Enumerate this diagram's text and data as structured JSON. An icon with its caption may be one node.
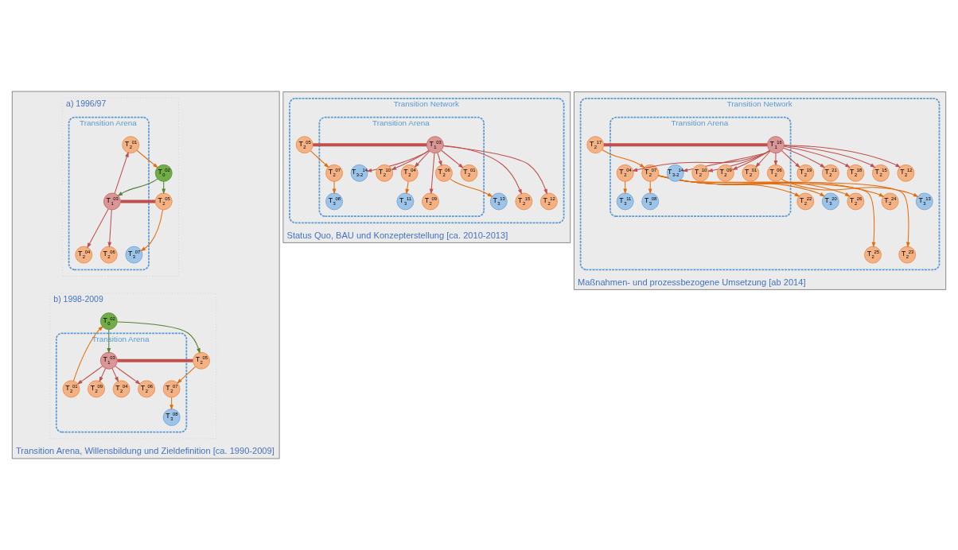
{
  "diagram": {
    "nodes": [
      {
        "text": [
          "Transition Arena, Willensbildung und Zieldefinition [ca. 1990-2009]"
        ]
      },
      {
        "text": [
          "a) 1996/97"
        ],
        "in": 0
      },
      {
        "text": [
          "Transition Arena"
        ],
        "in": 1
      },
      {
        "text": [
          "T$_{0}$$^{02}$"
        ],
        "in": 1
      },
      {
        "text": [
          "T$_{2}$$^{01}$"
        ],
        "in": 2
      },
      {
        "text": [
          "T$_{2}$$^{05}$"
        ],
        "in": 1
      },
      {
        "text": [
          "T$_{1}$$^{03}$"
        ],
        "in": 2
      },
      {
        "text": [
          "T$_{3}$$^{07}$"
        ],
        "in": 2
      },
      {
        "text": [
          "T$_{2}$$^{04}$"
        ],
        "in": 2
      },
      {
        "text": [
          "T$_{2}$$^{06}$"
        ],
        "in": 2
      },
      {
        "text": [
          "b) 1998-2009"
        ],
        "in": 0
      },
      {
        "text": [
          "Transition Arena"
        ],
        "in": 10
      },
      {
        "text": [
          "T$_{0}$$^{02}$"
        ],
        "in": 10
      },
      {
        "text": [
          "T$_{2}$$^{01}$"
        ],
        "in": 11
      },
      {
        "text": [
          "T$_{2}$$^{05}$"
        ],
        "in": 10
      },
      {
        "text": [
          "T$_{1}$$^{03}$"
        ],
        "in": 11
      },
      {
        "text": [
          "T$_{2}$$^{07}$"
        ],
        "in": 11
      },
      {
        "text": [
          "T$_{3}$$^{08}$"
        ],
        "in": 11
      },
      {
        "text": [
          "T$_{2}$$^{04}$"
        ],
        "in": 11
      },
      {
        "text": [
          "T$_{2}$$^{06}$"
        ],
        "in": 11
      },
      {
        "text": [
          "T$_{2}$$^{09}$"
        ],
        "in": 11
      },
      {
        "text": [
          "Status Quo, BAU und Konzepterstellung [ca. 2010-2013]"
        ]
      },
      {
        "text": [
          "Transition Network"
        ],
        "in": 21
      },
      {
        "text": [
          "Transition Arena"
        ],
        "in": 22
      },
      {
        "text": [
          "T$_{2}$$^{05}$"
        ],
        "in": 22
      },
      {
        "text": [
          "T$_{2}$$^{07}$"
        ],
        "in": 23
      },
      {
        "text": [
          "T$_{3}$$^{08}$"
        ],
        "in": 23
      },
      {
        "text": [
          "T$_{2}$$^{01}$"
        ],
        "in": 23
      },
      {
        "text": [
          "T$_{1}$$^{03}$"
        ],
        "in": 23
      },
      {
        "text": [
          "T$_{2}$$^{15}$"
        ],
        "in": 22
      },
      {
        "text": [
          "T$_{3-2}$$^{14}$"
        ],
        "in": 23
      },
      {
        "text": [
          "T$_{2}$$^{12}$"
        ],
        "in": 22
      },
      {
        "text": [
          "T$_{2}$$^{10}$"
        ],
        "in": 23
      },
      {
        "text": [
          "T$_{2}$$^{04}$"
        ],
        "in": 23
      },
      {
        "text": [
          "T$_{2}$$^{06}$"
        ],
        "in": 23
      },
      {
        "text": [
          "T$_{2}$$^{09}$"
        ],
        "in": 23
      },
      {
        "text": [
          "T$_{3}$$^{11}$"
        ],
        "in": 23
      },
      {
        "text": [
          "T$_{3}$$^{13}$"
        ],
        "in": 22
      },
      {
        "text": [
          "Maßnahmen- und prozessbezogene Umsetzung [ab 2014]"
        ]
      },
      {
        "text": [
          "Transition Network"
        ],
        "in": 38
      },
      {
        "text": [
          "Transition Arena"
        ],
        "in": 39
      },
      {
        "text": [
          "T$_{2}$$^{26}$"
        ],
        "in": 39
      },
      {
        "text": [
          "T$_{2}$$^{25}$"
        ],
        "in": 39
      },
      {
        "text": [
          "T$_{2}$$^{24}$"
        ],
        "in": 39
      },
      {
        "text": [
          "T$_{2}$$^{23}$"
        ],
        "in": 39
      },
      {
        "text": [
          "T$_{2}$$^{22}$"
        ],
        "in": 39
      },
      {
        "text": [
          "T$_{2}$$^{17}$"
        ],
        "in": 39
      },
      {
        "text": [
          "T$_{2}$$^{07}$"
        ],
        "in": 40
      },
      {
        "text": [
          "T$_{3}$$^{20}$"
        ],
        "in": 39
      },
      {
        "text": [
          "T$_{3}$$^{08}$"
        ],
        "in": 40
      },
      {
        "text": [
          "T$_{2}$$^{01}$"
        ],
        "in": 40
      },
      {
        "text": [
          "T$_{1}$$^{16}$"
        ],
        "in": 40
      },
      {
        "text": [
          "T$_{2}$$^{18}$"
        ],
        "in": 39
      },
      {
        "text": [
          "T$_{2}$$^{15}$"
        ],
        "in": 39
      },
      {
        "text": [
          "T$_{3-2}$$^{14}$"
        ],
        "in": 40
      },
      {
        "text": [
          "T$_{2}$$^{12}$"
        ],
        "in": 39
      },
      {
        "text": [
          "T$_{2}$$^{10}$"
        ],
        "in": 40
      },
      {
        "text": [
          "T$_{2}$$^{09}$"
        ],
        "in": 40
      },
      {
        "text": [
          "T$_{2}$$^{06}$"
        ],
        "in": 40
      },
      {
        "text": [
          "T$_{2}$$^{04}$"
        ],
        "in": 40
      },
      {
        "text": [
          "T$_{3}$$^{11}$"
        ],
        "in": 40
      },
      {
        "text": [
          "T$_{3}$$^{13}$"
        ],
        "in": 39
      },
      {
        "text": [
          "T$_{2}$$^{19}$"
        ],
        "in": 39
      },
      {
        "text": [
          "T$_{2}$$^{21}$"
        ],
        "in": 39
      }
    ],
    "edges": [
      {
        "from": 4,
        "to": 3,
        "arrow": "to",
        "color": "#e46c0a"
      },
      {
        "from": 3,
        "to": 5,
        "arrow": "to",
        "color": "#548235"
      },
      {
        "from": 3,
        "to": 6,
        "arrow": "to",
        "color": "#548235"
      },
      {
        "from": 6,
        "to": 4,
        "arrow": "to"
      },
      {
        "from": 5,
        "to": 6,
        "arrow": "none",
        "style": "thick"
      },
      {
        "from": 5,
        "to": 7,
        "arrow": "to",
        "color": "#e46c0a"
      },
      {
        "from": 6,
        "to": 8,
        "arrow": "to"
      },
      {
        "from": 6,
        "to": 9,
        "arrow": "to"
      },
      {
        "from": 13,
        "to": 12,
        "arrow": "to",
        "color": "#e46c0a"
      },
      {
        "from": 12,
        "to": 14,
        "arrow": "to",
        "color": "#548235"
      },
      {
        "from": 12,
        "to": 15,
        "arrow": "to",
        "color": "#548235"
      },
      {
        "from": 15,
        "to": 13,
        "arrow": "to"
      },
      {
        "from": 14,
        "to": 15,
        "arrow": "none",
        "style": "thick"
      },
      {
        "from": 14,
        "to": 16,
        "arrow": "to",
        "color": "#e46c0a"
      },
      {
        "from": 16,
        "to": 17,
        "arrow": "to",
        "color": "#e46c0a"
      },
      {
        "from": 15,
        "to": 18,
        "arrow": "to"
      },
      {
        "from": 15,
        "to": 19,
        "arrow": "to"
      },
      {
        "from": 15,
        "to": 20,
        "arrow": "to"
      },
      {
        "from": 28,
        "to": 27,
        "arrow": "to"
      },
      {
        "from": 28,
        "to": 29,
        "arrow": "to"
      },
      {
        "from": 28,
        "to": 30,
        "arrow": "to"
      },
      {
        "from": 28,
        "to": 31,
        "arrow": "to"
      },
      {
        "from": 28,
        "to": 32,
        "arrow": "to"
      },
      {
        "from": 28,
        "to": 35,
        "arrow": "to"
      },
      {
        "from": 28,
        "to": 34,
        "arrow": "to"
      },
      {
        "from": 28,
        "to": 33,
        "arrow": "to"
      },
      {
        "from": 24,
        "to": 28,
        "arrow": "none",
        "style": "thick"
      },
      {
        "from": 24,
        "to": 25,
        "arrow": "to",
        "color": "#e46c0a"
      },
      {
        "from": 25,
        "to": 26,
        "arrow": "to",
        "color": "#e46c0a"
      },
      {
        "from": 33,
        "to": 36,
        "arrow": "to",
        "color": "#e46c0a"
      },
      {
        "from": 34,
        "to": 37,
        "arrow": "to",
        "color": "#e46c0a"
      },
      {
        "from": 51,
        "to": 50,
        "arrow": "to"
      },
      {
        "from": 51,
        "to": 52,
        "arrow": "to"
      },
      {
        "from": 51,
        "to": 53,
        "arrow": "to"
      },
      {
        "from": 51,
        "to": 54,
        "arrow": "to"
      },
      {
        "from": 51,
        "to": 55,
        "arrow": "to"
      },
      {
        "from": 51,
        "to": 56,
        "arrow": "to"
      },
      {
        "from": 51,
        "to": 62,
        "arrow": "to"
      },
      {
        "from": 51,
        "to": 63,
        "arrow": "to"
      },
      {
        "from": 51,
        "to": 57,
        "arrow": "to"
      },
      {
        "from": 51,
        "to": 58,
        "arrow": "to"
      },
      {
        "from": 51,
        "to": 59,
        "arrow": "to"
      },
      {
        "from": 46,
        "to": 51,
        "arrow": "none",
        "style": "thick"
      },
      {
        "from": 46,
        "to": 47,
        "arrow": "to",
        "color": "#e46c0a"
      },
      {
        "from": 47,
        "to": 45,
        "arrow": "to",
        "color": "#e46c0a"
      },
      {
        "from": 47,
        "to": 44,
        "arrow": "to",
        "color": "#e46c0a"
      },
      {
        "from": 47,
        "to": 43,
        "arrow": "to",
        "color": "#e46c0a"
      },
      {
        "from": 47,
        "to": 42,
        "arrow": "to",
        "color": "#e46c0a"
      },
      {
        "from": 47,
        "to": 41,
        "arrow": "to",
        "color": "#e46c0a"
      },
      {
        "from": 47,
        "to": 48,
        "arrow": "to",
        "color": "#e46c0a"
      },
      {
        "from": 47,
        "to": 49,
        "arrow": "to",
        "color": "#e46c0a"
      },
      {
        "from": 59,
        "to": 60,
        "arrow": "to",
        "color": "#e46c0a"
      },
      {
        "from": 58,
        "to": 61,
        "arrow": "to",
        "color": "#e46c0a"
      }
    ]
  }
}
